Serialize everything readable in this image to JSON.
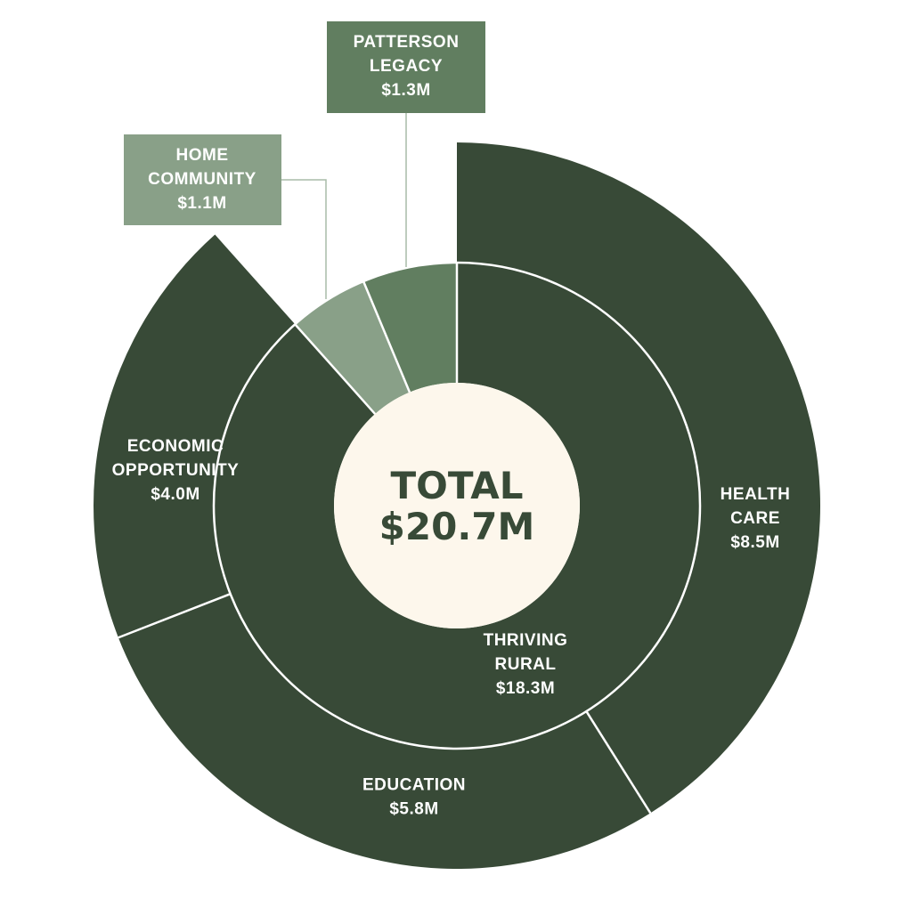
{
  "chart_data": {
    "type": "sunburst",
    "center_label": "TOTAL",
    "center_value": "$20.7M",
    "unit": "$M",
    "total": 20.7,
    "inner_ring": [
      {
        "name": "THRIVING RURAL",
        "line1": "THRIVING",
        "line2": "RURAL",
        "value_label": "$18.3M",
        "value": 18.3,
        "color": "#384a37"
      },
      {
        "name": "HOME COMMUNITY",
        "line1": "HOME",
        "line2": "COMMUNITY",
        "value_label": "$1.1M",
        "value": 1.1,
        "color": "#89a088"
      },
      {
        "name": "PATTERSON LEGACY",
        "line1": "PATTERSON",
        "line2": "LEGACY",
        "value_label": "$1.3M",
        "value": 1.3,
        "color": "#617e60"
      }
    ],
    "outer_ring": [
      {
        "name": "HEALTH CARE",
        "line1": "HEALTH",
        "line2": "CARE",
        "value_label": "$8.5M",
        "value": 8.5,
        "parent": "THRIVING RURAL",
        "color": "#384a37"
      },
      {
        "name": "EDUCATION",
        "line1": "EDUCATION",
        "line2": "",
        "value_label": "$5.8M",
        "value": 5.8,
        "parent": "THRIVING RURAL",
        "color": "#384a37"
      },
      {
        "name": "ECONOMIC OPPORTUNITY",
        "line1": "ECONOMIC",
        "line2": "OPPORTUNITY",
        "value_label": "$4.0M",
        "value": 4.0,
        "parent": "THRIVING RURAL",
        "color": "#384a37"
      }
    ],
    "colors": {
      "center_fill": "#fdf7ec",
      "separator": "#ffffff",
      "leader_line": "#a9bba8",
      "total_text": "#384a37"
    }
  }
}
